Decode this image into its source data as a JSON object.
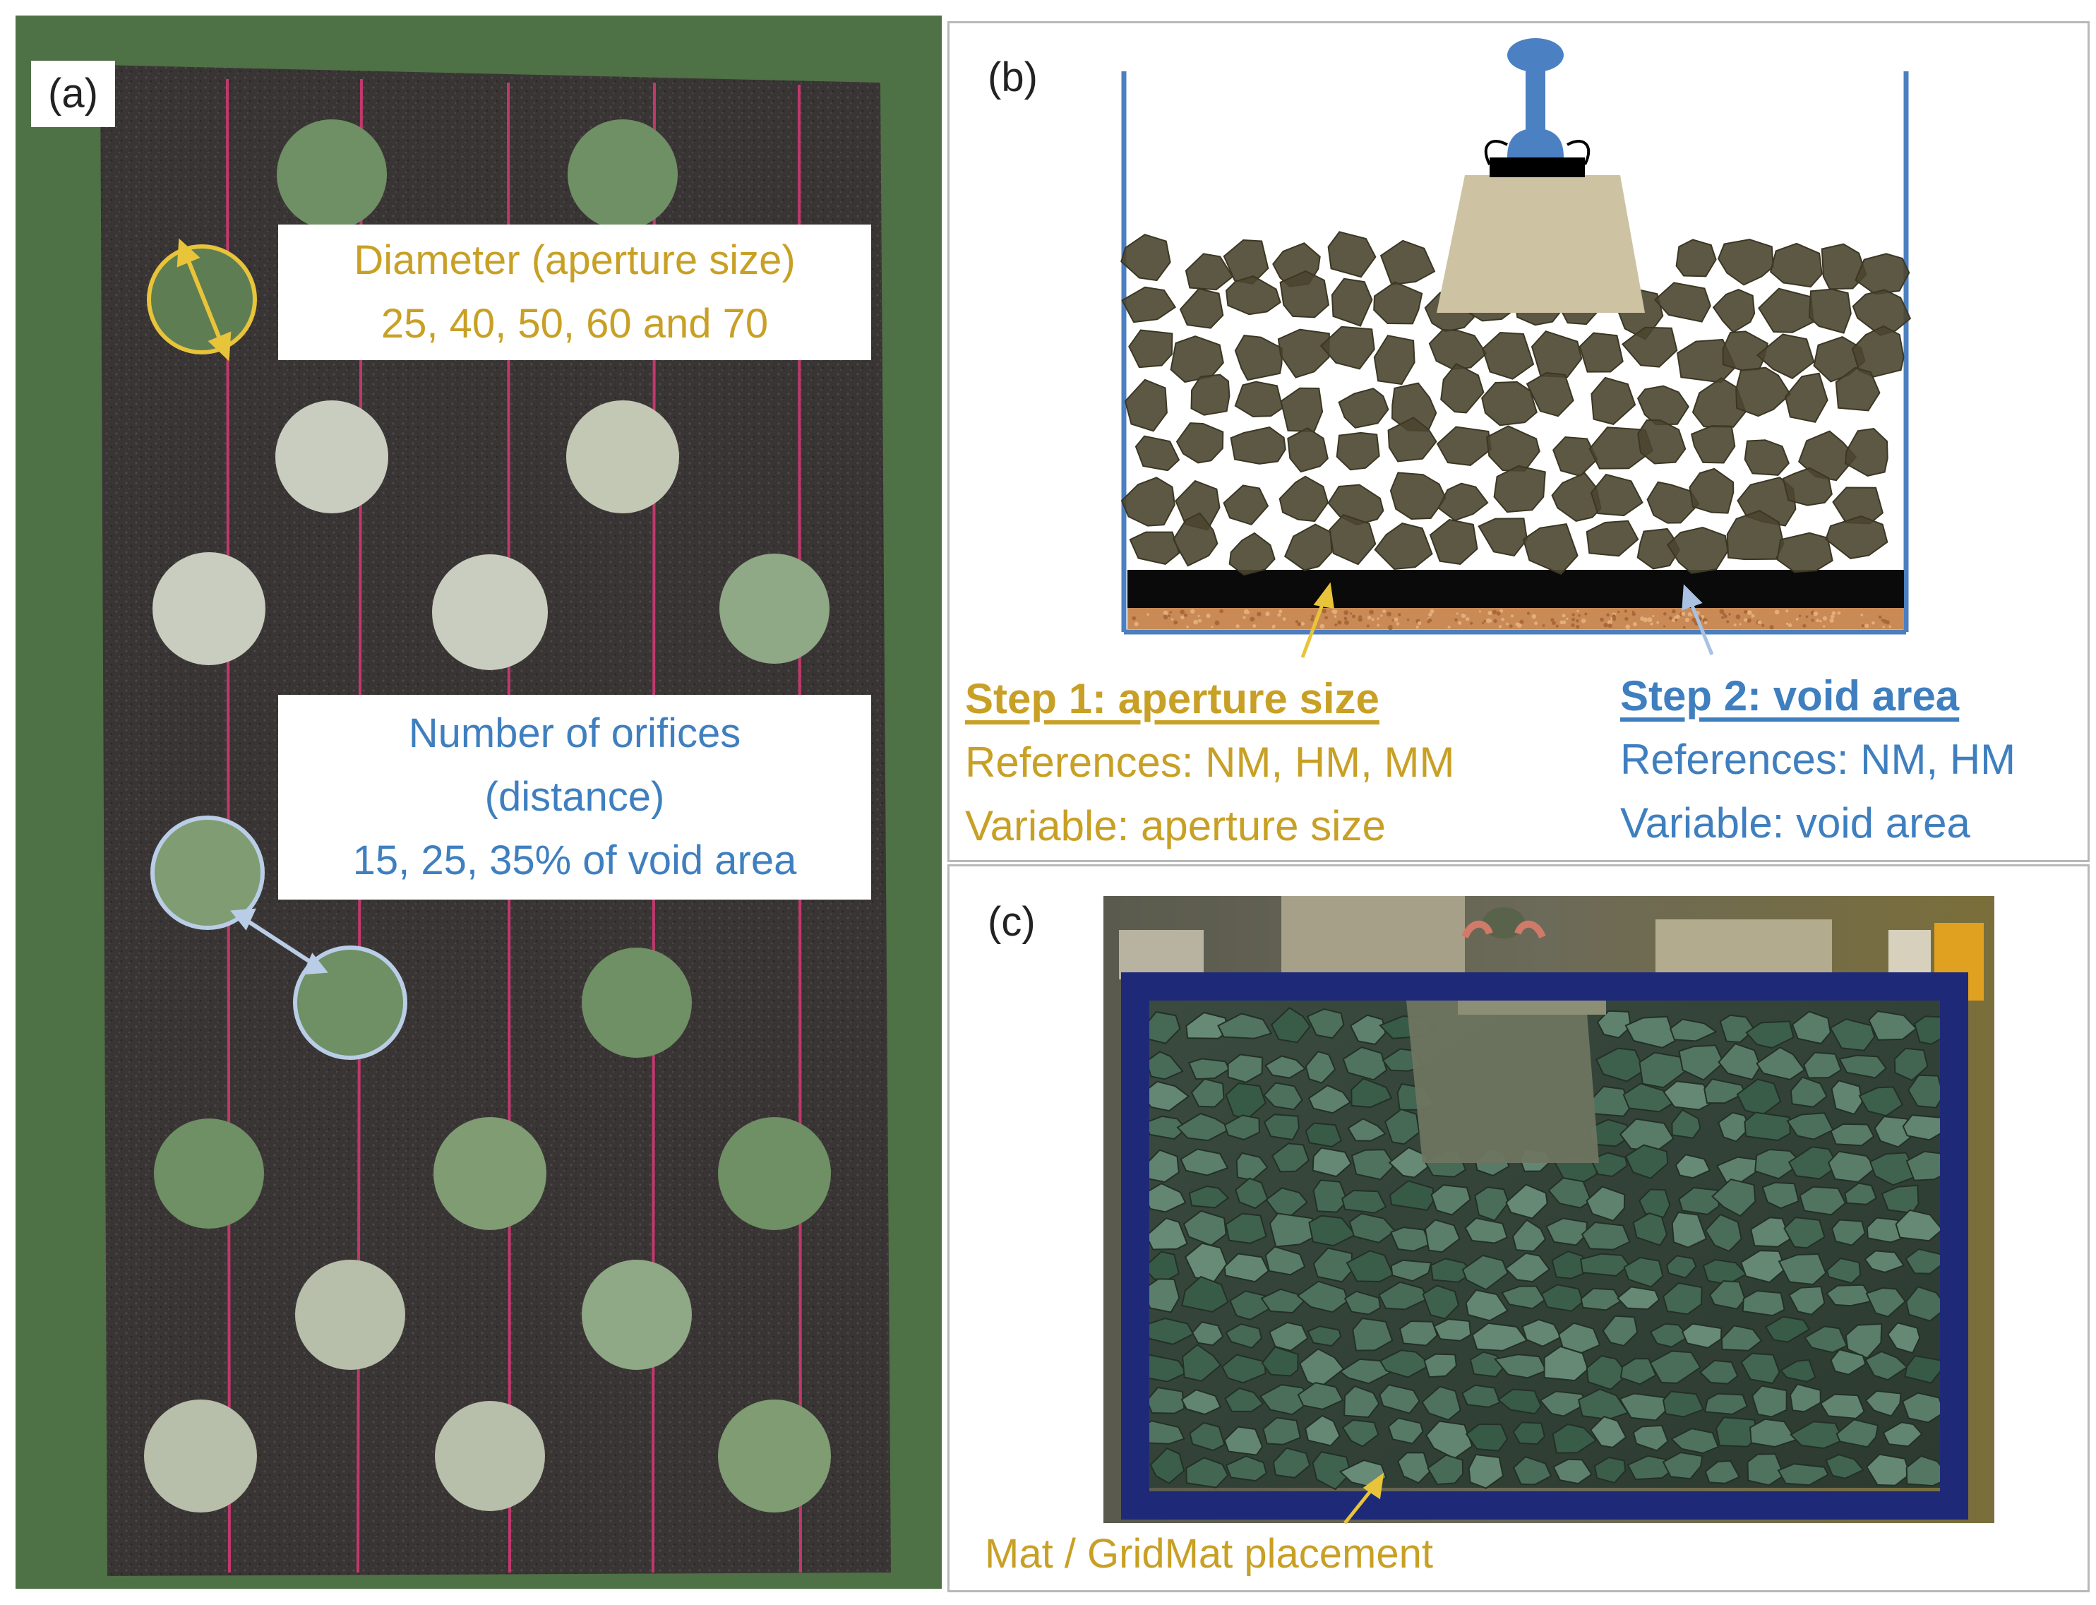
{
  "panel_a": {
    "label": "(a)",
    "diameter_title": "Diameter (aperture size)",
    "diameter_values": "25, 40, 50, 60 and 70",
    "orifice_title": "Number of orifices",
    "orifice_sub": "(distance)",
    "orifice_values": "15, 25, 35% of void area"
  },
  "panel_b": {
    "label": "(b)",
    "step1": {
      "title": "Step 1: aperture size",
      "references": "References: NM, HM, MM",
      "variable": "Variable: aperture size"
    },
    "step2": {
      "title": "Step 2: void area",
      "references": "References: NM, HM",
      "variable": "Variable: void area"
    }
  },
  "panel_c": {
    "label": "(c)",
    "caption": "Mat / GridMat placement"
  },
  "colors": {
    "gold": "#c8a025",
    "blue": "#3f7fbf",
    "ballast": "#4b4630",
    "mat": "#0a0a0a",
    "frame": "#1e2a78"
  },
  "icons": [
    "rail-icon",
    "sleeper-icon",
    "ballast-stones",
    "arrow-icon"
  ]
}
